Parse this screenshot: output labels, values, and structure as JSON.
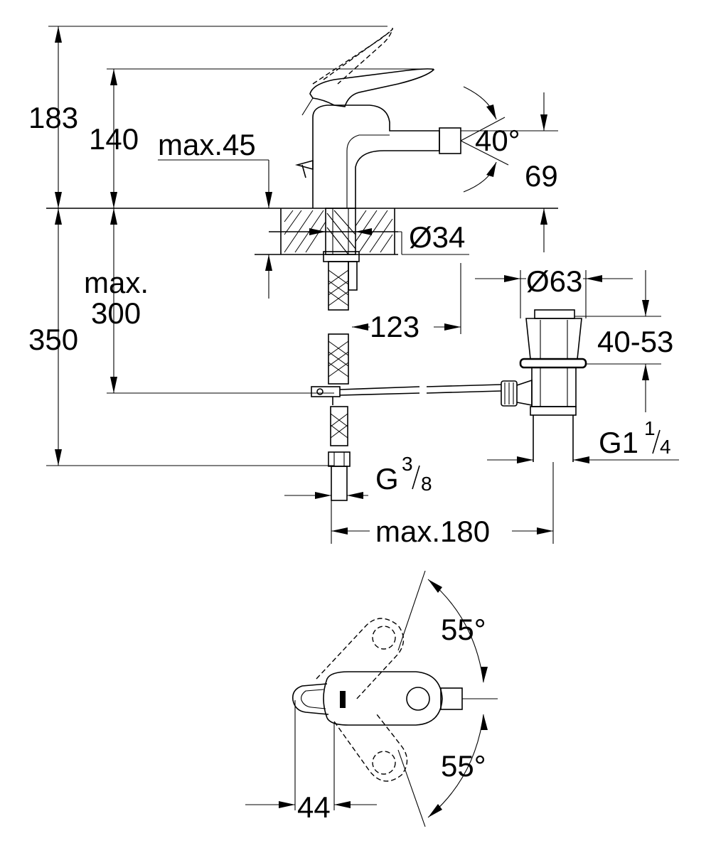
{
  "dimensions": {
    "d183": "183",
    "d140": "140",
    "max45": "max.45",
    "angle40": "40°",
    "d69": "69",
    "dia34": "Ø34",
    "max_word": "max.",
    "d300": "300",
    "d350": "350",
    "d123": "123",
    "dia63": "Ø63",
    "d40_53": "40-53",
    "g1_main": "G1",
    "g1_num": "1",
    "g1_den": "4",
    "g38_main": "G",
    "g38_num": "3",
    "g38_den": "8",
    "max180": "max.180",
    "angle55_top": "55°",
    "angle55_bottom": "55°",
    "d44": "44"
  }
}
